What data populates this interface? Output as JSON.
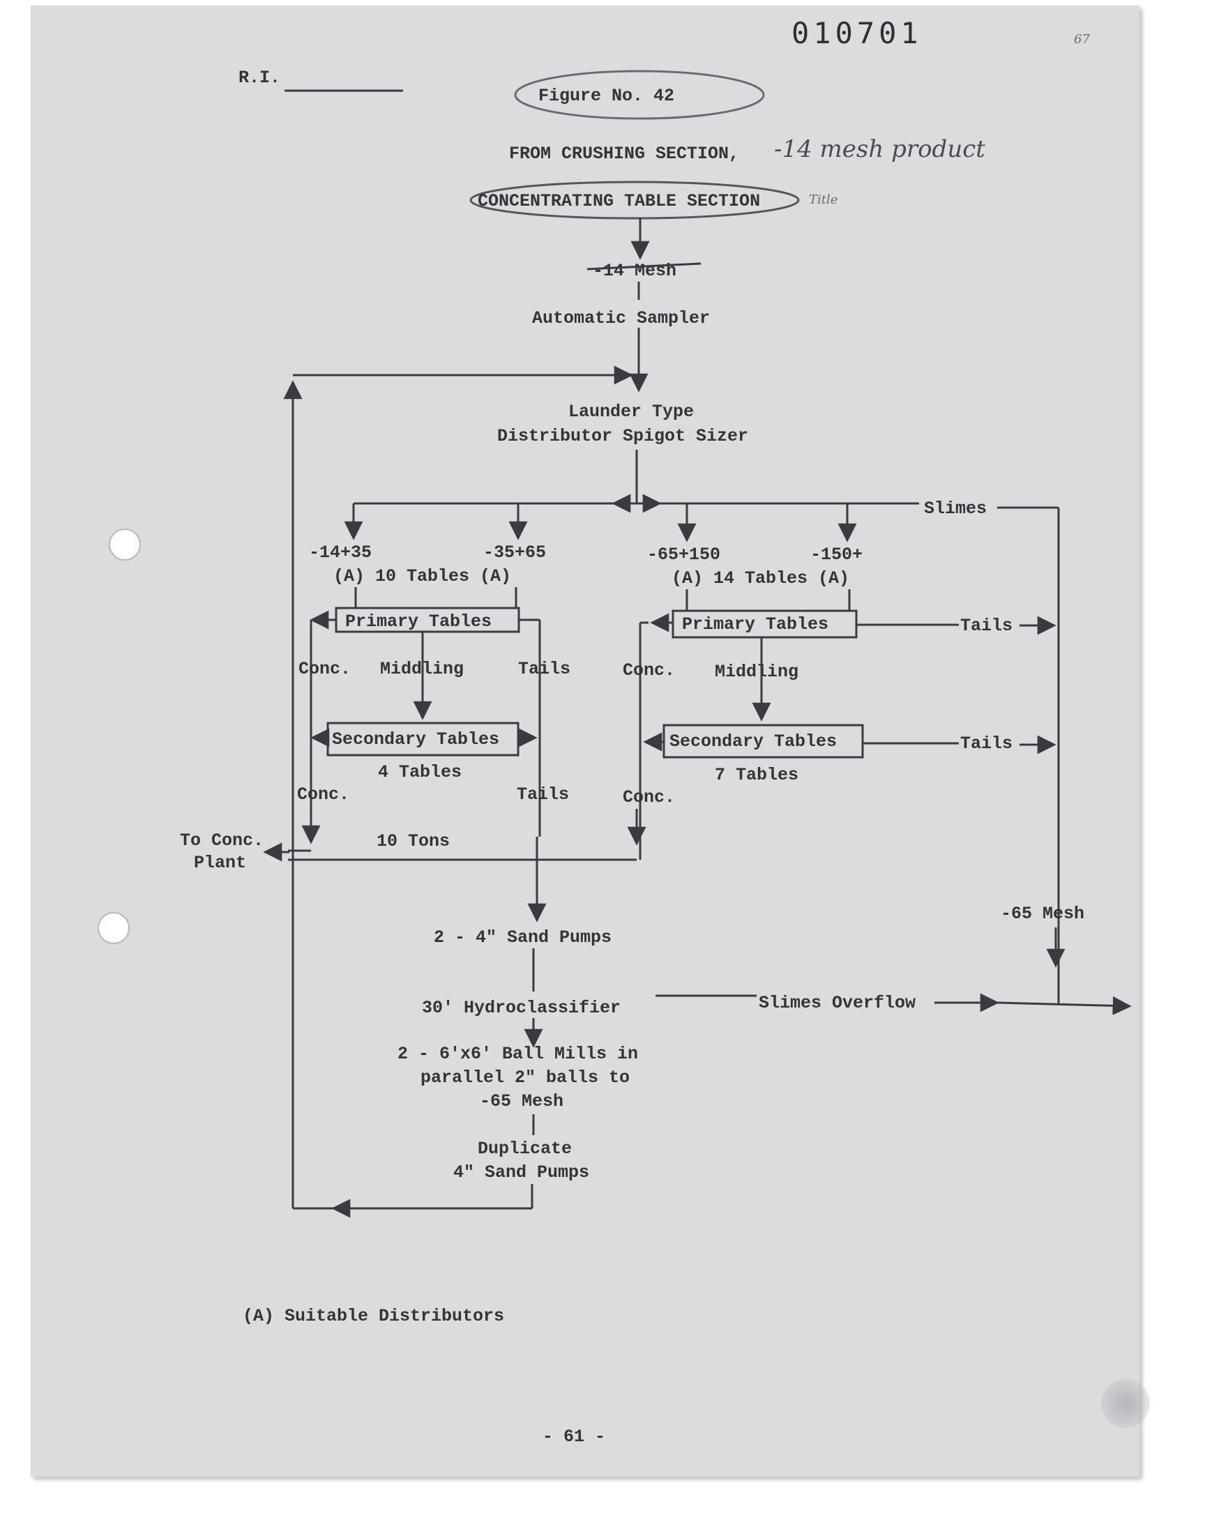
{
  "doc": {
    "stamp_number": "010701",
    "corner_mark": "67",
    "ri_label": "R.I.",
    "figure_label": "Figure No. 42",
    "from_section": "FROM CRUSHING SECTION,",
    "handwritten_product": "-14 mesh product",
    "section_title": "CONCENTRATING TABLE SECTION",
    "handwritten_title": "Title",
    "footnote": "(A) Suitable Distributors",
    "page_number": "- 61 -"
  },
  "flow": {
    "mesh_14": "-14 Mesh",
    "sampler": "Automatic Sampler",
    "launder_1": "Launder Type",
    "launder_2": "Distributor Spigot Sizer",
    "slimes": "Slimes",
    "left_group": {
      "size_a": "-14+35",
      "size_b": "-35+65",
      "tables": "(A) 10 Tables (A)",
      "primary": "Primary Tables",
      "conc_1": "Conc.",
      "middling": "Middling",
      "tails_1": "Tails",
      "secondary": "Secondary Tables",
      "secondary_count": "4 Tables",
      "conc_2": "Conc.",
      "tails_2": "Tails"
    },
    "right_group": {
      "size_a": "-65+150",
      "size_b": "-150+",
      "tables": "(A) 14 Tables (A)",
      "primary": "Primary Tables",
      "tails_1": "Tails",
      "conc_1": "Conc.",
      "middling": "Middling",
      "secondary": "Secondary Tables",
      "tails_2": "Tails",
      "secondary_count": "7 Tables",
      "conc_2": "Conc."
    },
    "to_conc_1": "To Conc.",
    "to_conc_2": "Plant",
    "tons": "10 Tons",
    "mesh_65_right": "-65 Mesh",
    "sand_pumps": "2 - 4\" Sand Pumps",
    "hydroclassifier": "30' Hydroclassifier",
    "slimes_overflow": "Slimes Overflow",
    "ball_mills_1": "2 - 6'x6' Ball Mills in",
    "ball_mills_2": "parallel 2\" balls to",
    "ball_mills_3": "-65 Mesh",
    "duplicate_1": "Duplicate",
    "duplicate_2": "4\" Sand Pumps"
  }
}
